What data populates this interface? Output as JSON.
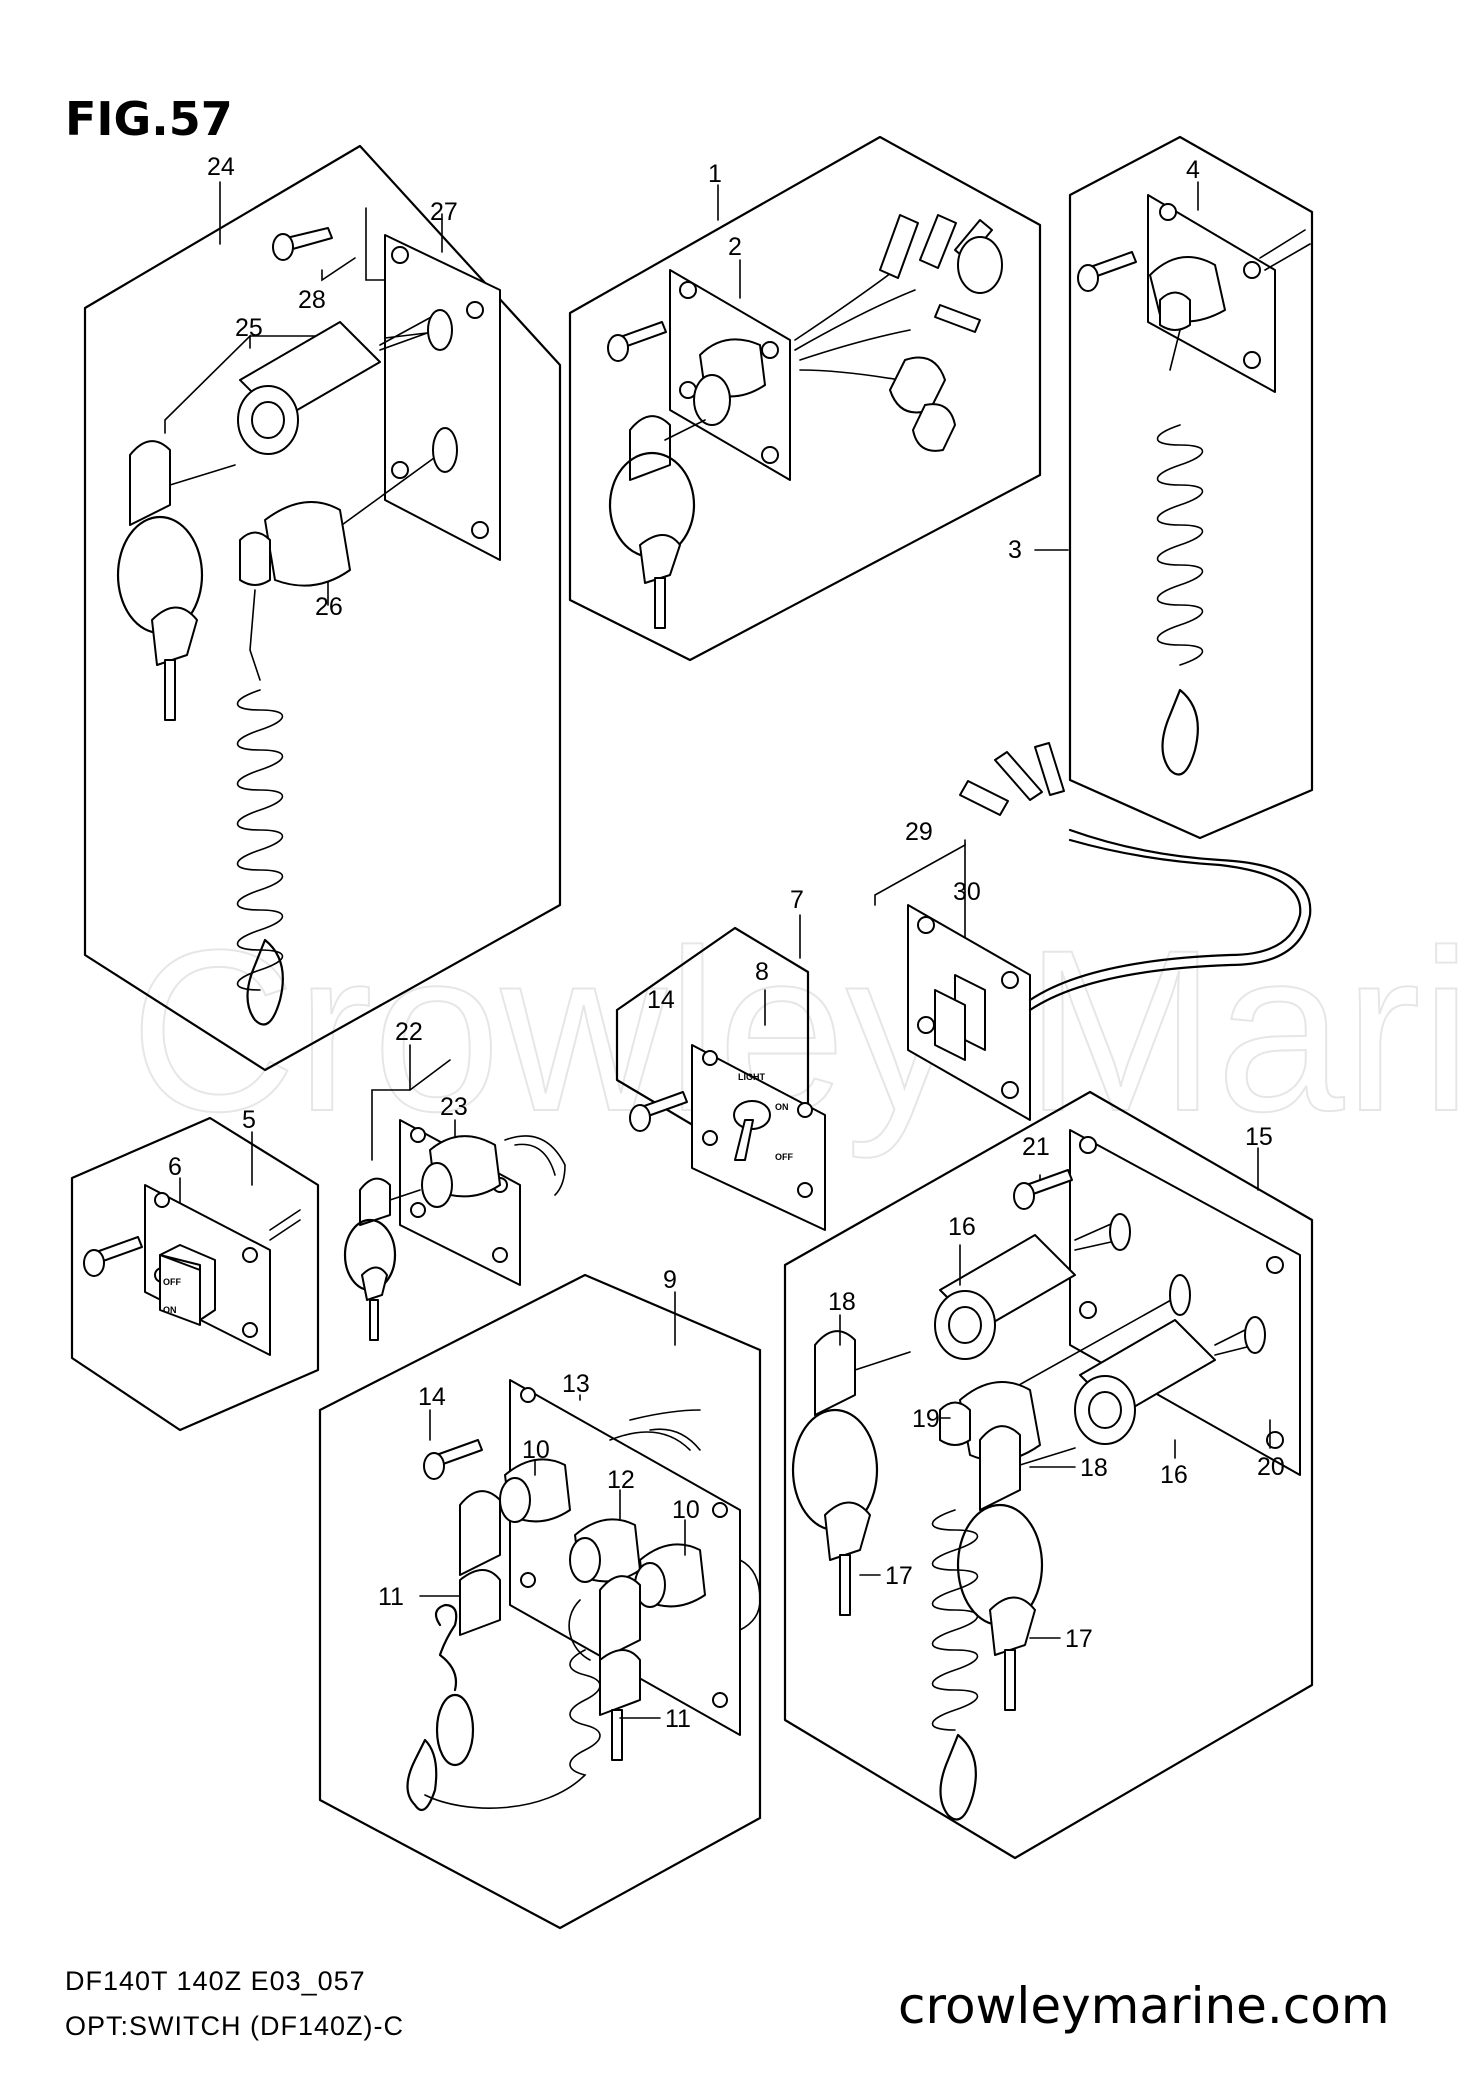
{
  "figure": {
    "title": "FIG.57"
  },
  "footer": {
    "model_code": "DF140T 140Z E03_057",
    "caption": "OPT:SWITCH (DF140Z)-C",
    "website": "crowleymarine.com"
  },
  "watermark": {
    "text": "Crowley Marine"
  },
  "panels": {
    "ignition_set_24": {
      "callouts": [
        "24",
        "27",
        "28",
        "25",
        "26"
      ]
    },
    "main_switch_1": {
      "callouts": [
        "1",
        "2"
      ]
    },
    "stop_switch_4": {
      "callouts": [
        "4",
        "3"
      ]
    },
    "trim_switch_29": {
      "callouts": [
        "29",
        "30"
      ]
    },
    "light_switch_7": {
      "callouts": [
        "7",
        "8",
        "14"
      ],
      "plate_labels": {
        "top": "LIGHT",
        "on": "ON",
        "off": "OFF"
      }
    },
    "choke_switch_22": {
      "callouts": [
        "22",
        "23"
      ]
    },
    "switch_5": {
      "callouts": [
        "5",
        "6"
      ],
      "plate_labels": {
        "off": "OFF",
        "on": "ON"
      }
    },
    "twin_panel_15": {
      "callouts": [
        "15",
        "21",
        "16",
        "18",
        "19",
        "18",
        "16",
        "20",
        "17",
        "17"
      ]
    },
    "triple_panel_9": {
      "callouts": [
        "9",
        "13",
        "14",
        "10",
        "12",
        "10",
        "11",
        "11"
      ]
    }
  }
}
